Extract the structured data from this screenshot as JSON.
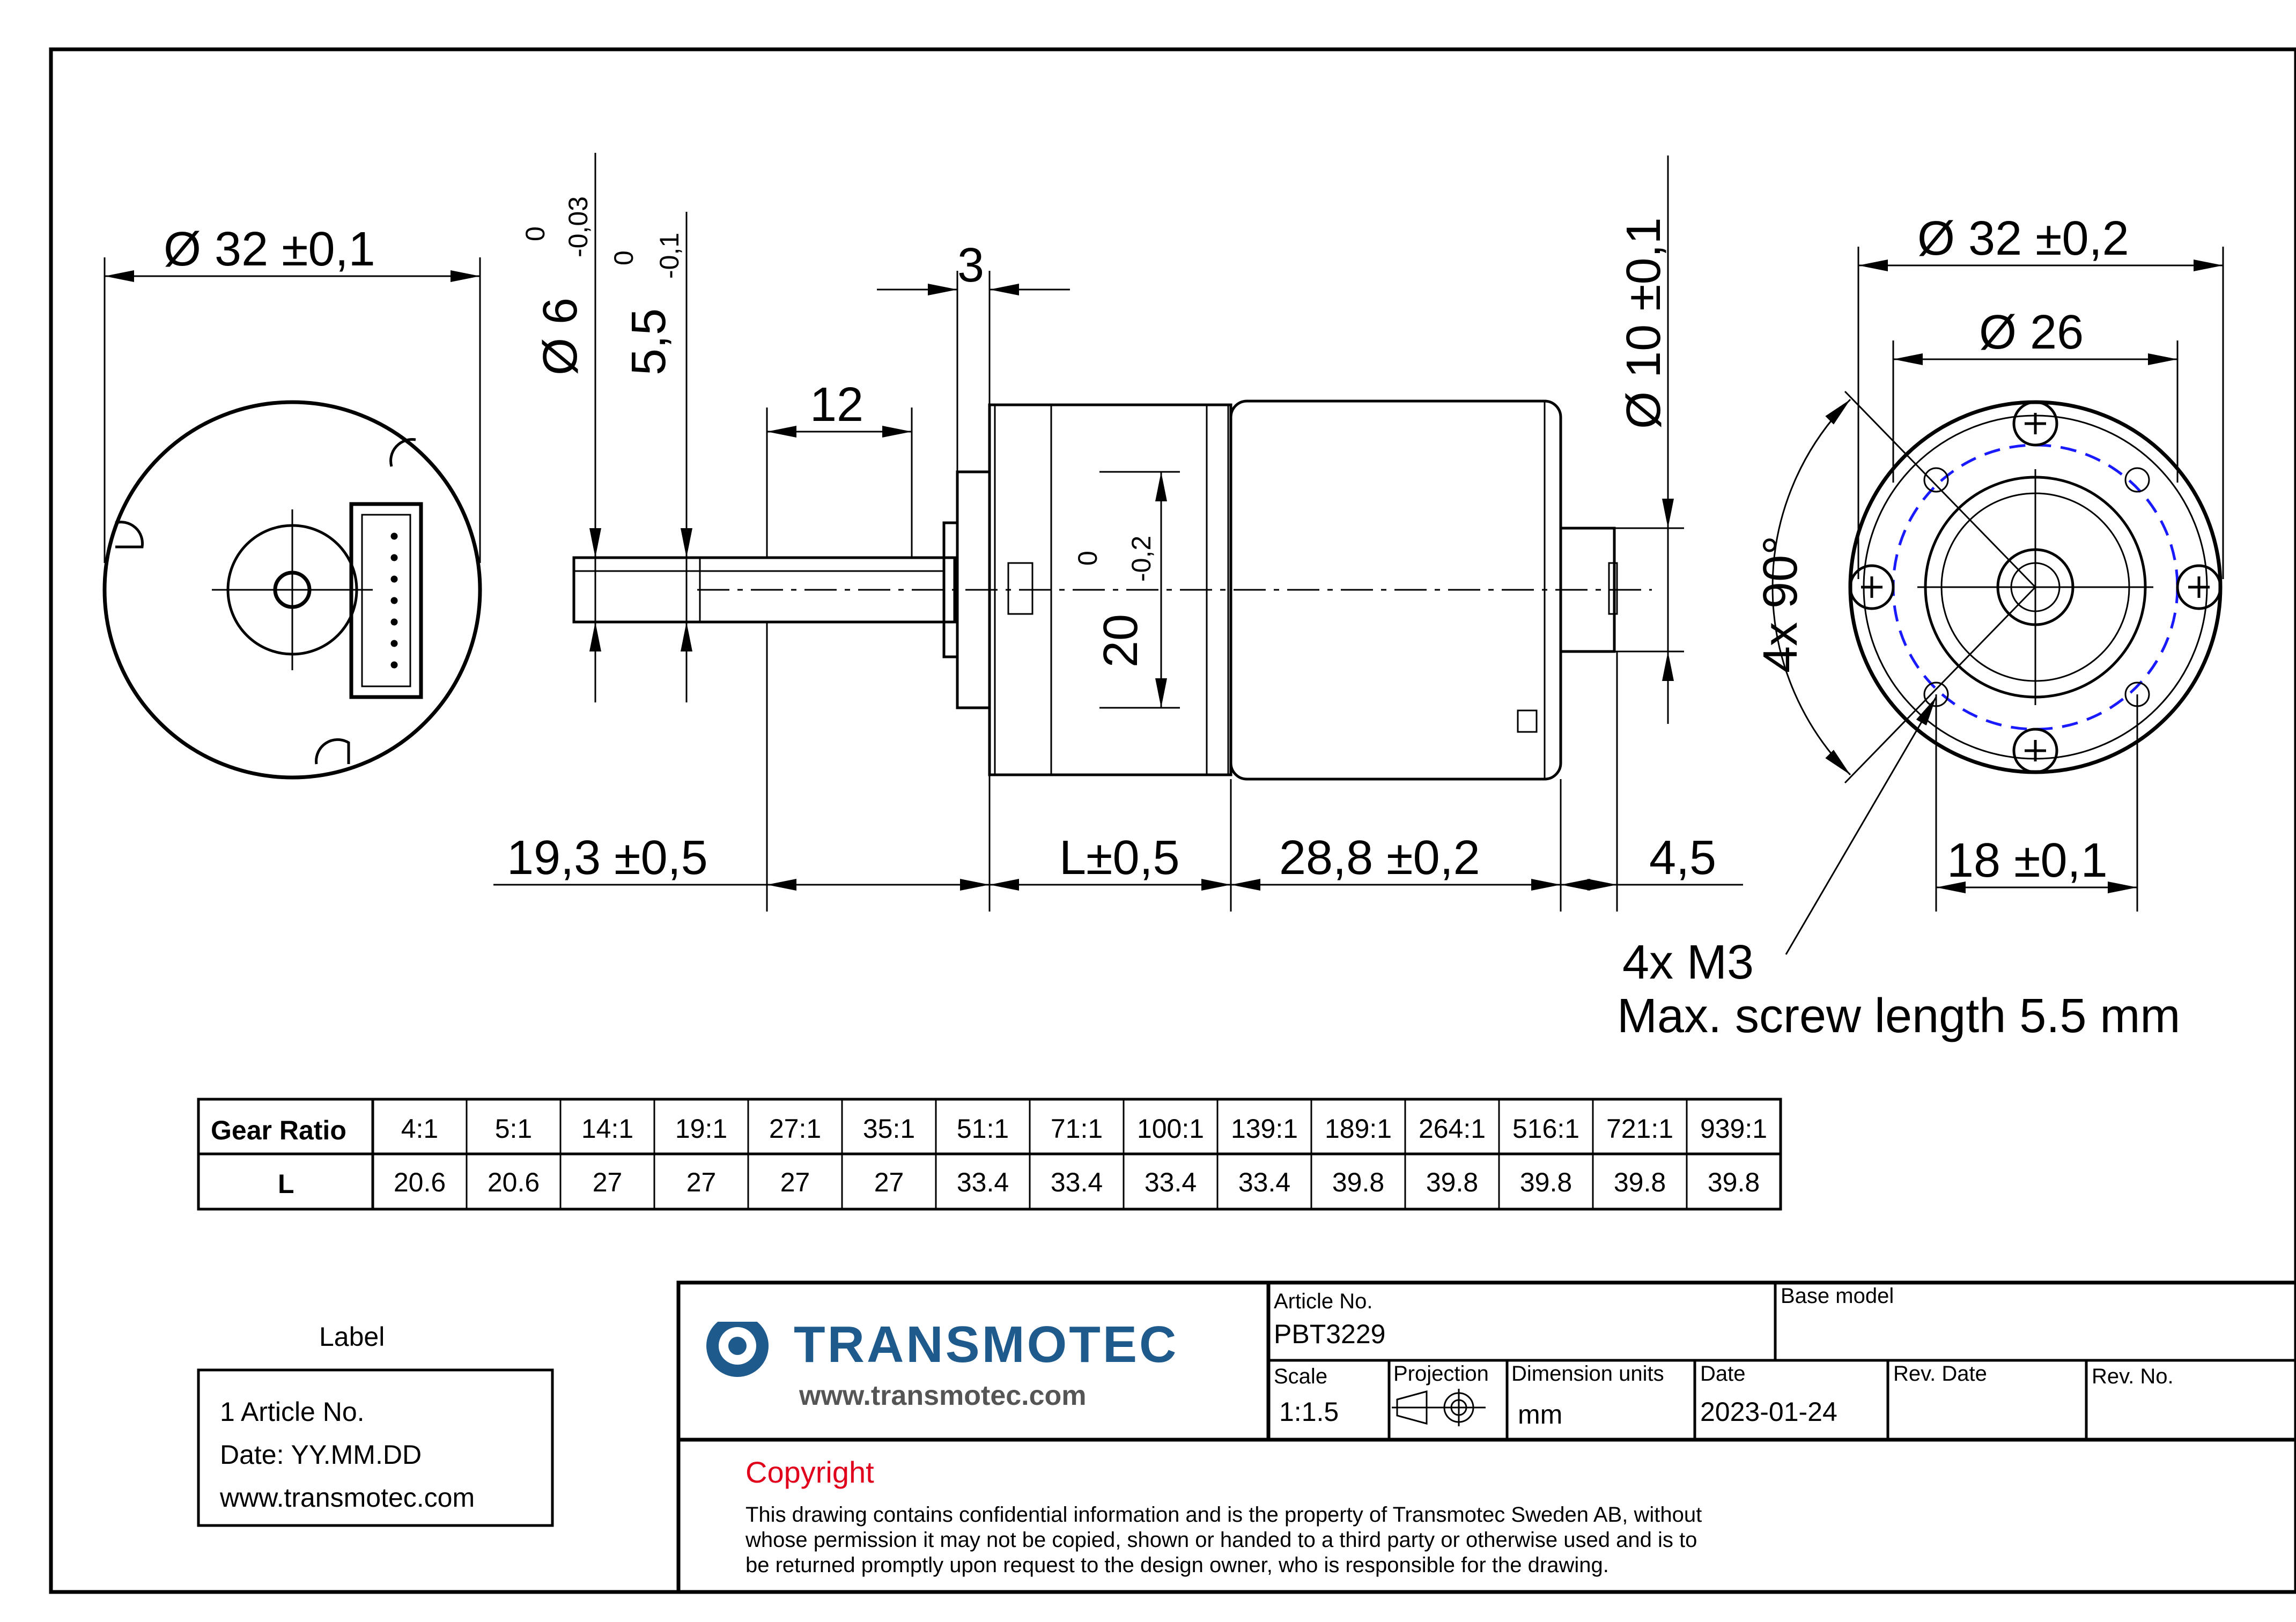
{
  "drawing": {
    "left_view": {
      "diameter_label": "Ø 32 ±0,1"
    },
    "side_view": {
      "shaft_dia": "Ø 6",
      "shaft_dia_tol_upper": "0",
      "shaft_dia_tol_lower": "-0,03",
      "flat_size": "5,5",
      "flat_tol_upper": "0",
      "flat_tol_lower": "-0,1",
      "flange_thickness": "3",
      "flat_length": "12",
      "pilot_dia": "20",
      "pilot_tol_upper": "0",
      "pilot_tol_lower": "-0,2",
      "rear_boss_dia": "Ø 10 ±0,1",
      "shaft_length": "19,3 ±0,5",
      "gearbox_length": "L±0,5",
      "motor_length": "28,8 ±0,2",
      "rear_boss_length": "4,5"
    },
    "right_view": {
      "outer_dia": "Ø 32 ±0,2",
      "bolt_circle": "Ø 26",
      "angle": "4x 90°",
      "hole_spacing": "18 ±0,1",
      "screw_callout": "4x M3",
      "screw_note": "Max. screw length 5.5 mm"
    }
  },
  "gear_table": {
    "header_label": "Gear Ratio",
    "row_label": "L",
    "ratios": [
      "4:1",
      "5:1",
      "14:1",
      "19:1",
      "27:1",
      "35:1",
      "51:1",
      "71:1",
      "100:1",
      "139:1",
      "189:1",
      "264:1",
      "516:1",
      "721:1",
      "939:1"
    ],
    "lengths": [
      "20.6",
      "20.6",
      "27",
      "27",
      "27",
      "27",
      "33.4",
      "33.4",
      "33.4",
      "33.4",
      "39.8",
      "39.8",
      "39.8",
      "39.8",
      "39.8"
    ]
  },
  "label_box": {
    "title": "Label",
    "line1": "1 Article No.",
    "line2": "Date: YY.MM.DD",
    "line3": "www.transmotec.com"
  },
  "title_block": {
    "company": "TRANSMOTEC",
    "website": "www.transmotec.com",
    "article_no_label": "Article No.",
    "article_no": "PBT3229",
    "base_model_label": "Base model",
    "scale_label": "Scale",
    "scale": "1:1.5",
    "projection_label": "Projection",
    "units_label": "Dimension units",
    "units": "mm",
    "date_label": "Date",
    "date": "2023-01-24",
    "rev_date_label": "Rev. Date",
    "rev_no_label": "Rev. No.",
    "copyright_title": "Copyright",
    "copyright_line1": "This drawing contains confidential information and is the property of Transmotec Sweden AB, without",
    "copyright_line2": "whose permission it may not be copied, shown or handed to a third party or otherwise used and is to",
    "copyright_line3": "be returned promptly upon request to the design owner, who is responsible for the drawing."
  },
  "colors": {
    "brand_blue": "#1f5a8c",
    "copyright_red": "#e0001b",
    "bolt_circle": "#1a1aff"
  }
}
